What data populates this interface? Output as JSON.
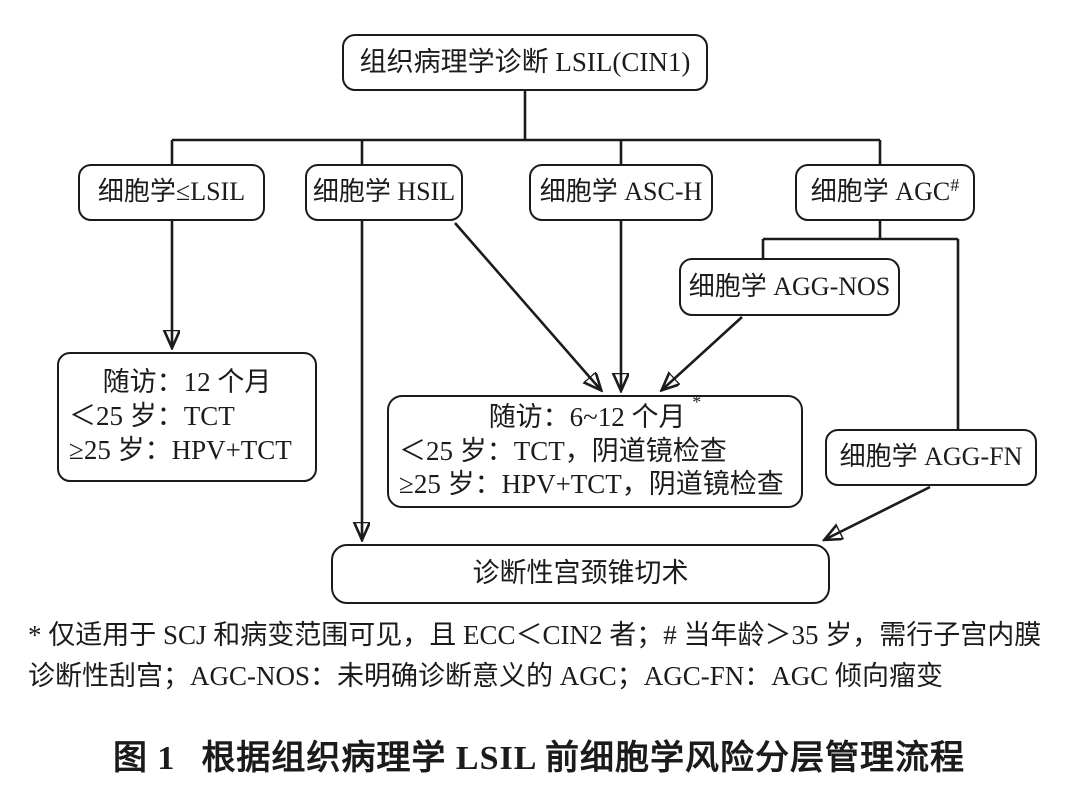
{
  "nodes": {
    "root": "组织病理学诊断 LSIL(CIN1)",
    "cytology_le_lsil": "细胞学≤LSIL",
    "cytology_hsil": "细胞学 HSIL",
    "cytology_asc_h": "细胞学 ASC-H",
    "cytology_agc": "细胞学 AGC",
    "cytology_agc_sup": "#",
    "cytology_agg_nos": "细胞学 AGG-NOS",
    "cytology_agg_fn": "细胞学 AGG-FN",
    "followup_12": {
      "line1": "随访：12 个月",
      "line2": "＜25 岁：TCT",
      "line3": "≥25 岁：HPV+TCT"
    },
    "followup_6_12": {
      "line1": "随访：6~12 个月",
      "line1_sup": "*",
      "line2": "＜25 岁：TCT，阴道镜检查",
      "line3": "≥25 岁：HPV+TCT，阴道镜检查"
    },
    "conization": "诊断性宫颈锥切术"
  },
  "footnote": {
    "line1": "* 仅适用于 SCJ 和病变范围可见，且 ECC＜CIN2 者；# 当年龄＞35 岁，需行子宫内膜",
    "line2": "诊断性刮宫；AGC-NOS：未明确诊断意义的 AGC；AGC-FN：AGC 倾向瘤变"
  },
  "caption": {
    "label": "图 1",
    "text": "根据组织病理学 LSIL 前细胞学风险分层管理流程"
  },
  "colors": {
    "line": "#1b1b1b",
    "background": "#ffffff",
    "text": "#1b1b1b"
  }
}
